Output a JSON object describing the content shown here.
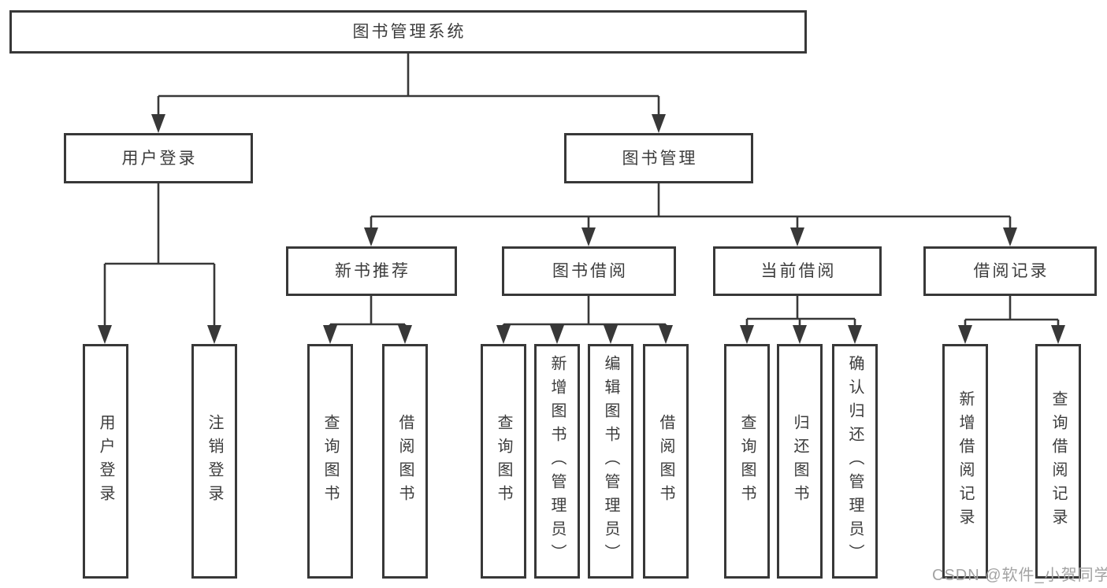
{
  "diagram": {
    "title": "图书管理系统",
    "watermark": "CSDN @软件_小贺同学",
    "colors": {
      "line": "#383838",
      "text": "#3c3c3c",
      "watermark": "#a3a3a3",
      "box_bg": "#ffffff",
      "page_bg": "#ffffff"
    },
    "nodes": [
      {
        "id": "root",
        "label": "图书管理系统",
        "level": 1,
        "parent": null,
        "orientation": "horizontal"
      },
      {
        "id": "user-login",
        "label": "用户登录",
        "level": 2,
        "parent": "root",
        "orientation": "horizontal"
      },
      {
        "id": "book-management",
        "label": "图书管理",
        "level": 2,
        "parent": "root",
        "orientation": "horizontal"
      },
      {
        "id": "new-book-recommend",
        "label": "新书推荐",
        "level": 3,
        "parent": "book-management",
        "orientation": "horizontal"
      },
      {
        "id": "book-borrow",
        "label": "图书借阅",
        "level": 3,
        "parent": "book-management",
        "orientation": "horizontal"
      },
      {
        "id": "current-borrow",
        "label": "当前借阅",
        "level": 3,
        "parent": "book-management",
        "orientation": "horizontal"
      },
      {
        "id": "borrow-records",
        "label": "借阅记录",
        "level": 3,
        "parent": "book-management",
        "orientation": "horizontal"
      },
      {
        "id": "leaf-user-login",
        "label": "用户登录",
        "level": 4,
        "parent": "user-login",
        "orientation": "vertical"
      },
      {
        "id": "leaf-logout",
        "label": "注销登录",
        "level": 4,
        "parent": "user-login",
        "orientation": "vertical"
      },
      {
        "id": "leaf-query-books-1",
        "label": "查询图书",
        "level": 4,
        "parent": "new-book-recommend",
        "orientation": "vertical"
      },
      {
        "id": "leaf-borrow-books-1",
        "label": "借阅图书",
        "level": 4,
        "parent": "new-book-recommend",
        "orientation": "vertical"
      },
      {
        "id": "leaf-query-books-2",
        "label": "查询图书",
        "level": 4,
        "parent": "book-borrow",
        "orientation": "vertical"
      },
      {
        "id": "leaf-add-books",
        "label": "新增图书（管理员）",
        "level": 4,
        "parent": "book-borrow",
        "orientation": "vertical"
      },
      {
        "id": "leaf-edit-books",
        "label": "编辑图书（管理员）",
        "level": 4,
        "parent": "book-borrow",
        "orientation": "vertical"
      },
      {
        "id": "leaf-borrow-books-2",
        "label": "借阅图书",
        "level": 4,
        "parent": "book-borrow",
        "orientation": "vertical"
      },
      {
        "id": "leaf-query-books-3",
        "label": "查询图书",
        "level": 4,
        "parent": "current-borrow",
        "orientation": "vertical"
      },
      {
        "id": "leaf-return-books",
        "label": "归还图书",
        "level": 4,
        "parent": "current-borrow",
        "orientation": "vertical"
      },
      {
        "id": "leaf-confirm-return",
        "label": "确认归还（管理员）",
        "level": 4,
        "parent": "current-borrow",
        "orientation": "vertical"
      },
      {
        "id": "leaf-add-borrow-record",
        "label": "新增借阅记录",
        "level": 4,
        "parent": "borrow-records",
        "orientation": "vertical"
      },
      {
        "id": "leaf-query-borrow-record",
        "label": "查询借阅记录",
        "level": 4,
        "parent": "borrow-records",
        "orientation": "vertical"
      }
    ]
  }
}
